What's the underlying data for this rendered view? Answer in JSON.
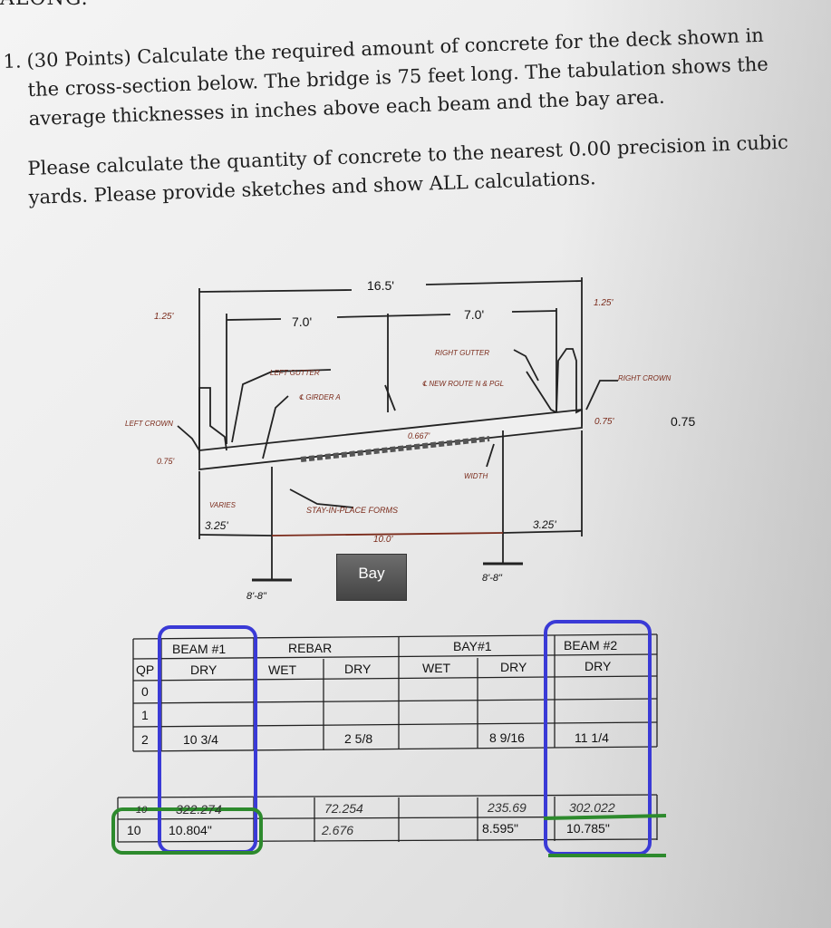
{
  "header": {
    "fragment": "ALONG."
  },
  "question": {
    "number": "1.",
    "lines": [
      "(30 Points) Calculate the required amount of concrete for the deck shown in",
      "the cross-section below. The bridge is 75 feet long. The tabulation shows the",
      "average thicknesses in inches above each beam and the bay area."
    ],
    "instructions": [
      "Please calculate the quantity of concrete to the nearest 0.00 precision in cubic",
      "yards. Please provide sketches and show ALL calculations."
    ]
  },
  "diagram": {
    "dim_total": "16.5'",
    "dim_left_half": "7.0'",
    "dim_right_half": "7.0'",
    "overhang_left": "1.25'",
    "overhang_right": "1.25'",
    "gutter_left": "LEFT GUTTER",
    "gutter_right": "RIGHT GUTTER",
    "crown_left": "LEFT CROWN",
    "crown_right": "RIGHT CROWN",
    "centerline_a": "℄ GIRDER A",
    "centerline_b": "℄ NEW ROUTE N & PGL",
    "slab_edge_left": "0.75'",
    "slab_edge_right": "0.75'",
    "typed_edge": "0.75",
    "haunch_note": "0.667'",
    "beam_left_spacing": "3.25'",
    "beam_right_spacing": "3.25'",
    "forms_label": "STAY-IN-PLACE FORMS",
    "bay_width": "10.0'",
    "varies": "VARIES",
    "slope_note": "WIDTH",
    "bearing_left": "8'-8\"",
    "bearing_right": "8'-8\"",
    "bay_button": "Bay"
  },
  "table": {
    "row_header": "QP",
    "groups": [
      {
        "label": "BEAM #1",
        "sub": [
          "DRY"
        ]
      },
      {
        "label": "REBAR",
        "sub": [
          "WET",
          "DRY"
        ]
      },
      {
        "label": "BAY#1",
        "sub": [
          "WET",
          "DRY"
        ]
      },
      {
        "label": "BEAM #2",
        "sub": [
          "DRY"
        ]
      }
    ],
    "rows": [
      {
        "qp": "0",
        "cells": [
          "",
          "",
          "",
          "",
          "",
          ""
        ]
      },
      {
        "qp": "1",
        "cells": [
          "",
          "",
          "",
          "",
          "",
          ""
        ]
      },
      {
        "qp": "2",
        "cells": [
          "10 3/4",
          "",
          "2 5/8",
          "",
          "8 9/16",
          "11 1/4"
        ]
      }
    ],
    "summary": {
      "qp_top": "10",
      "qp": "10",
      "beam1_hand": "322.274",
      "beam1": "10.804\"",
      "rebar_hand_total": "72.254",
      "rebar_hand_avg": "2.676",
      "bay_hand": "235.69",
      "bay": "8.595\"",
      "beam2_hand": "302.022",
      "beam2": "10.785\""
    }
  },
  "colors": {
    "highlight_blue": "#3a3ad6",
    "highlight_green": "#2d8a2d",
    "hand_red": "#7a2a1a"
  }
}
